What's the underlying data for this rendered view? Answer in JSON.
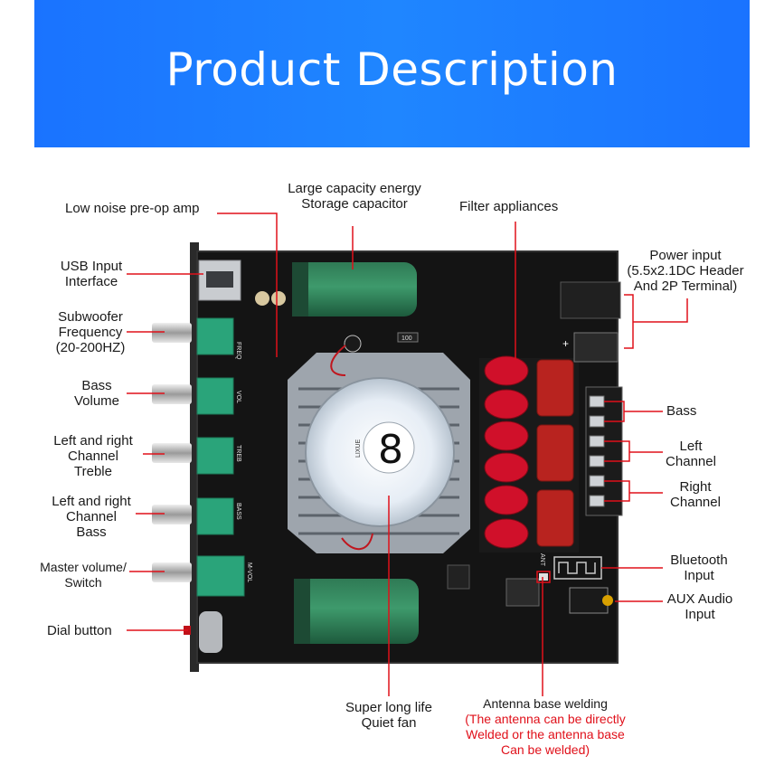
{
  "header": {
    "title": "Product Description"
  },
  "labels": {
    "low_noise": "Low noise pre-op amp",
    "storage_cap_1": "Large capacity energy",
    "storage_cap_2": "Storage capacitor",
    "filter": "Filter appliances",
    "power_1": "Power input",
    "power_2": "(5.5x2.1DC Header",
    "power_3": "And 2P Terminal)",
    "usb_1": "USB Input",
    "usb_2": "Interface",
    "sub_1": "Subwoofer",
    "sub_2": "Frequency",
    "sub_3": "(20-200HZ)",
    "bassvol_1": "Bass",
    "bassvol_2": "Volume",
    "treble_1": "Left and right",
    "treble_2": "Channel",
    "treble_3": "Treble",
    "lrbass_1": "Left and right",
    "lrbass_2": "Channel",
    "lrbass_3": "Bass",
    "master_1": "Master volume/",
    "master_2": "Switch",
    "dial": "Dial button",
    "bass_out": "Bass",
    "left_1": "Left",
    "left_2": "Channel",
    "right_1": "Right",
    "right_2": "Channel",
    "bt_1": "Bluetooth",
    "bt_2": "Input",
    "aux_1": "AUX Audio",
    "aux_2": "Input",
    "fan_1": "Super long life",
    "fan_2": "Quiet fan",
    "ant_1": "Antenna base welding",
    "ant_2": "(The antenna can be directly",
    "ant_3": "Welded or the antenna base",
    "ant_4": "Can be welded)"
  },
  "board": {
    "pot_labels": [
      "FREQ",
      "VOL",
      "TREB",
      "BASS",
      "M-VOL"
    ],
    "fan_brand": "LIXUE",
    "ant_mark": "ANT",
    "res_mark": "100"
  },
  "colors": {
    "accent": "#1a73ff",
    "leader": "#e0101a",
    "board": "#141414"
  }
}
